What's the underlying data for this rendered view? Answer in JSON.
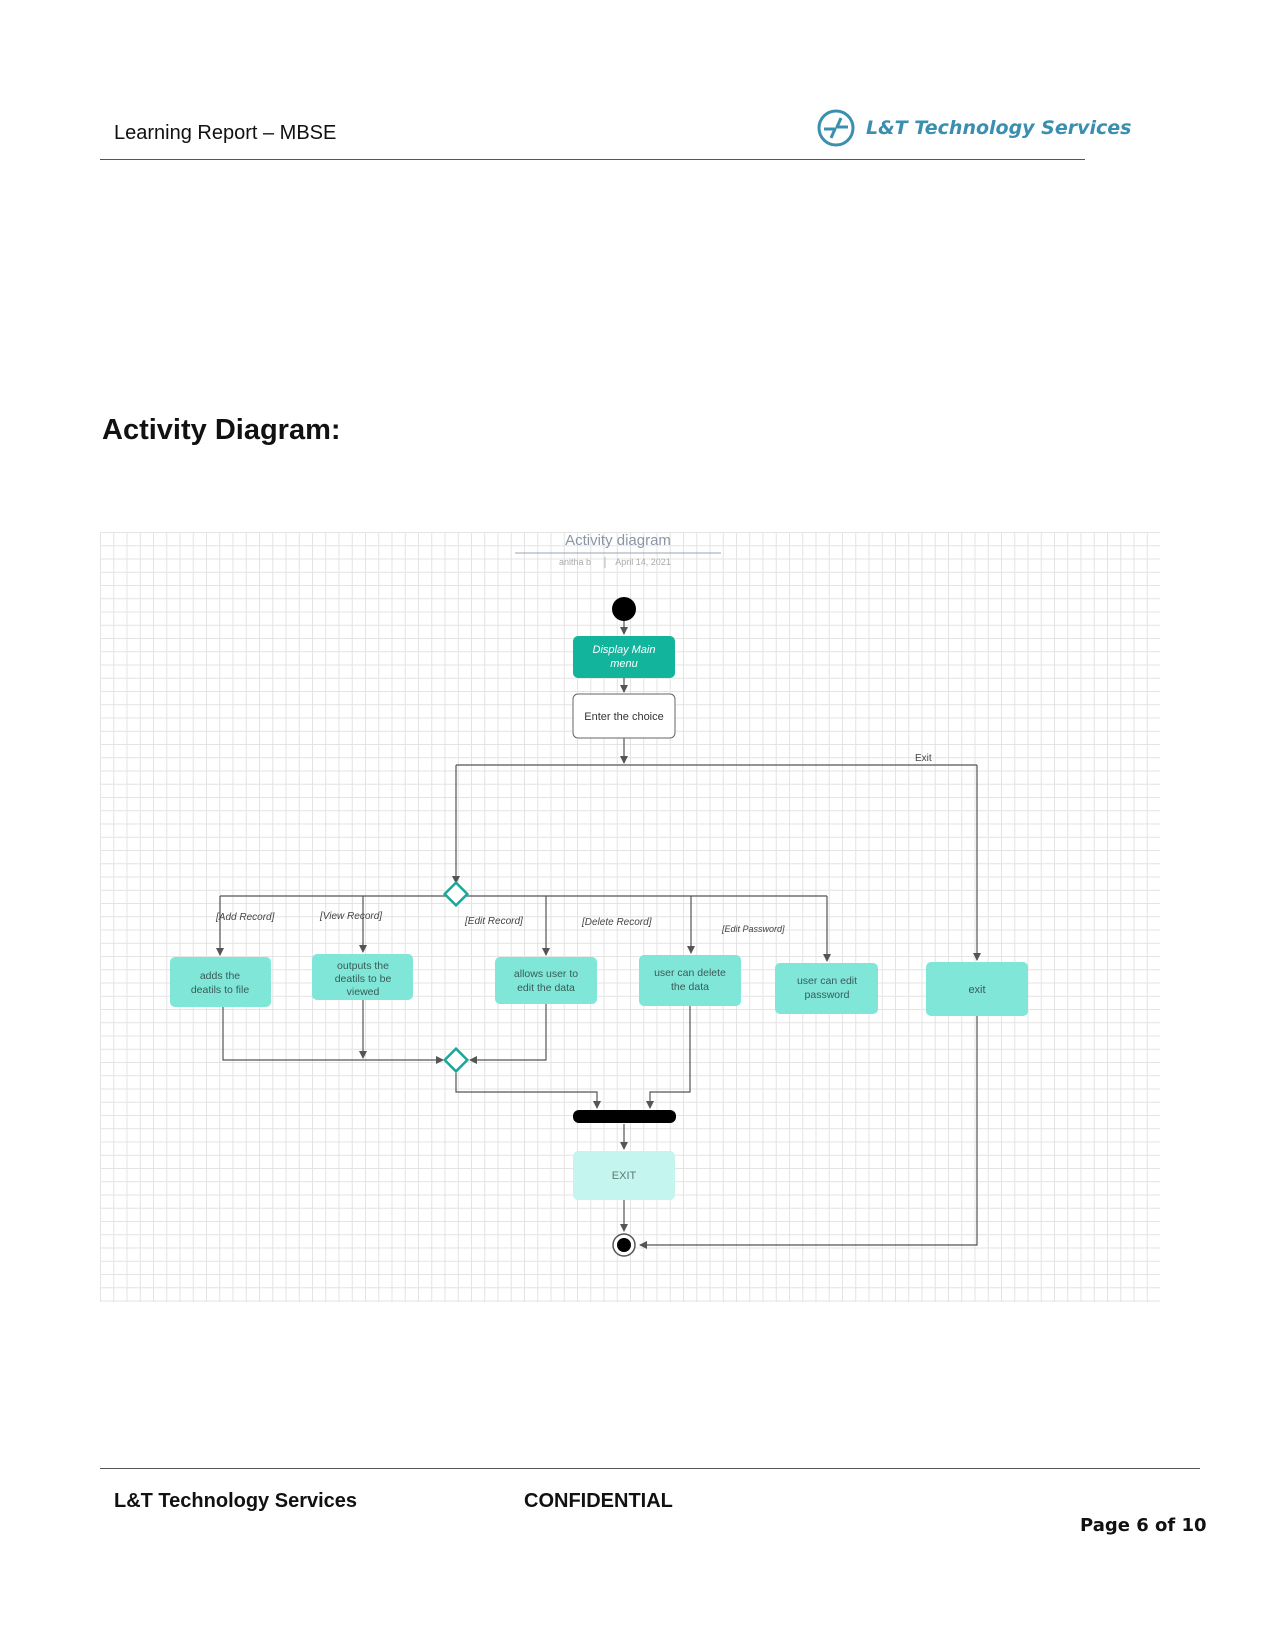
{
  "header": {
    "title": "Learning Report – MBSE",
    "logo_text": "L&T Technology Services"
  },
  "section_heading": "Activity Diagram:",
  "diagram": {
    "title": "Activity diagram",
    "author": "anitha b",
    "date": "April 14, 2021",
    "nodes": {
      "display_main_menu": [
        "Display Main",
        "menu"
      ],
      "enter_choice": "Enter the choice",
      "adds": [
        "adds the",
        "deatils to file"
      ],
      "outputs": [
        "outputs the",
        "deatils to be",
        "viewed"
      ],
      "allows_edit": [
        "allows user to",
        "edit the data"
      ],
      "user_delete": [
        "user can delete",
        "the data"
      ],
      "edit_password": [
        "user can edit",
        "password"
      ],
      "exit_action": "exit",
      "exit_final": "EXIT"
    },
    "guards": {
      "exit": "Exit",
      "add": "[Add Record]",
      "view": "[View Record]",
      "edit": "[Edit Record]",
      "delete": "[Delete Record]",
      "password": "[Edit Password]"
    },
    "colors": {
      "primary": "#12b59c",
      "action": "#7fe6d8",
      "light": "#c4f5ef",
      "diamond": "#1aa89a"
    }
  },
  "footer": {
    "company": "L&T Technology Services",
    "confidential": "CONFIDENTIAL",
    "page": "Page 6 of 10"
  }
}
